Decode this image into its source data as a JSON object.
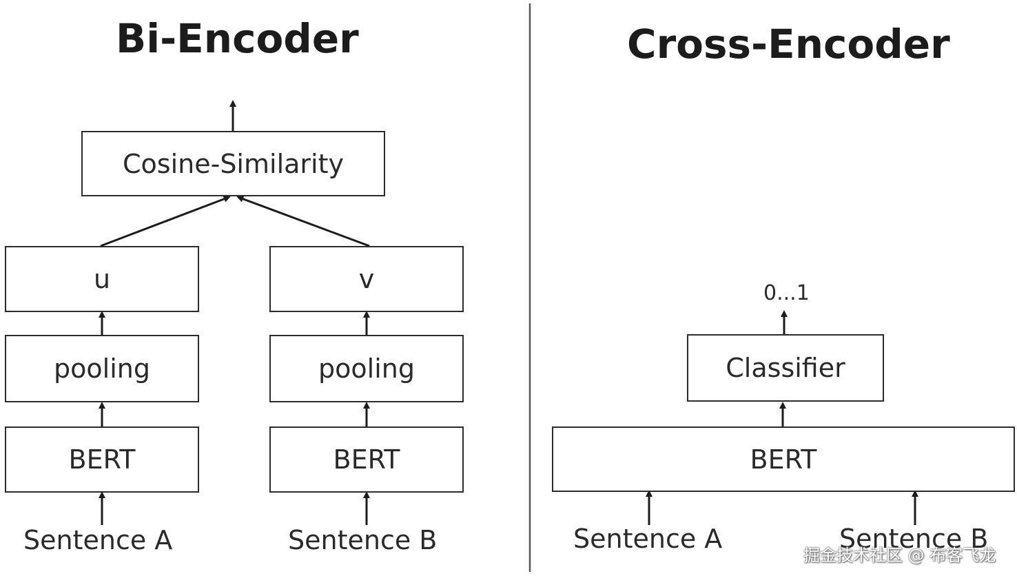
{
  "bi_encoder": {
    "title": "Bi-Encoder",
    "cosine": "Cosine-Similarity",
    "left": {
      "vector": "u",
      "pooling": "pooling",
      "model": "BERT",
      "input": "Sentence A"
    },
    "right": {
      "vector": "v",
      "pooling": "pooling",
      "model": "BERT",
      "input": "Sentence B"
    }
  },
  "cross_encoder": {
    "title": "Cross-Encoder",
    "output": "0...1",
    "classifier": "Classifier",
    "model": "BERT",
    "input_a": "Sentence A",
    "input_b": "Sentence B"
  },
  "watermark": "掘金技术社区 @ 布客飞龙"
}
